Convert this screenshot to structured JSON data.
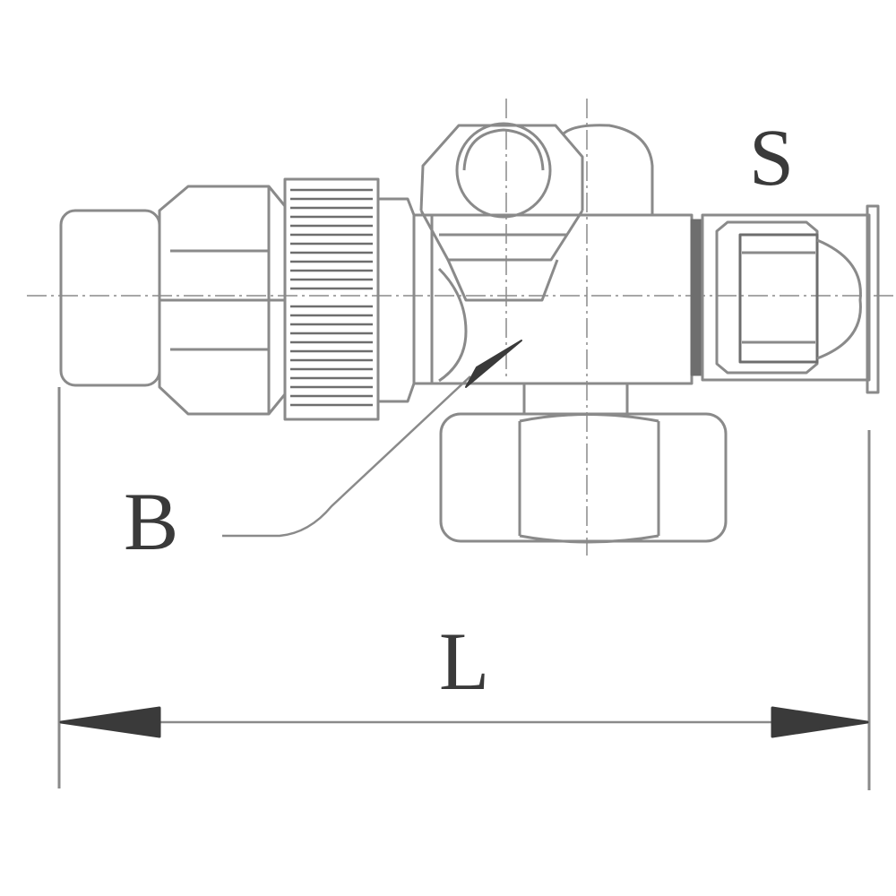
{
  "labels": {
    "s": "S",
    "b": "B",
    "l": "L"
  },
  "colors": {
    "line": "#8a8a8a",
    "dark": "#3a3a3a",
    "background": "#ffffff"
  }
}
